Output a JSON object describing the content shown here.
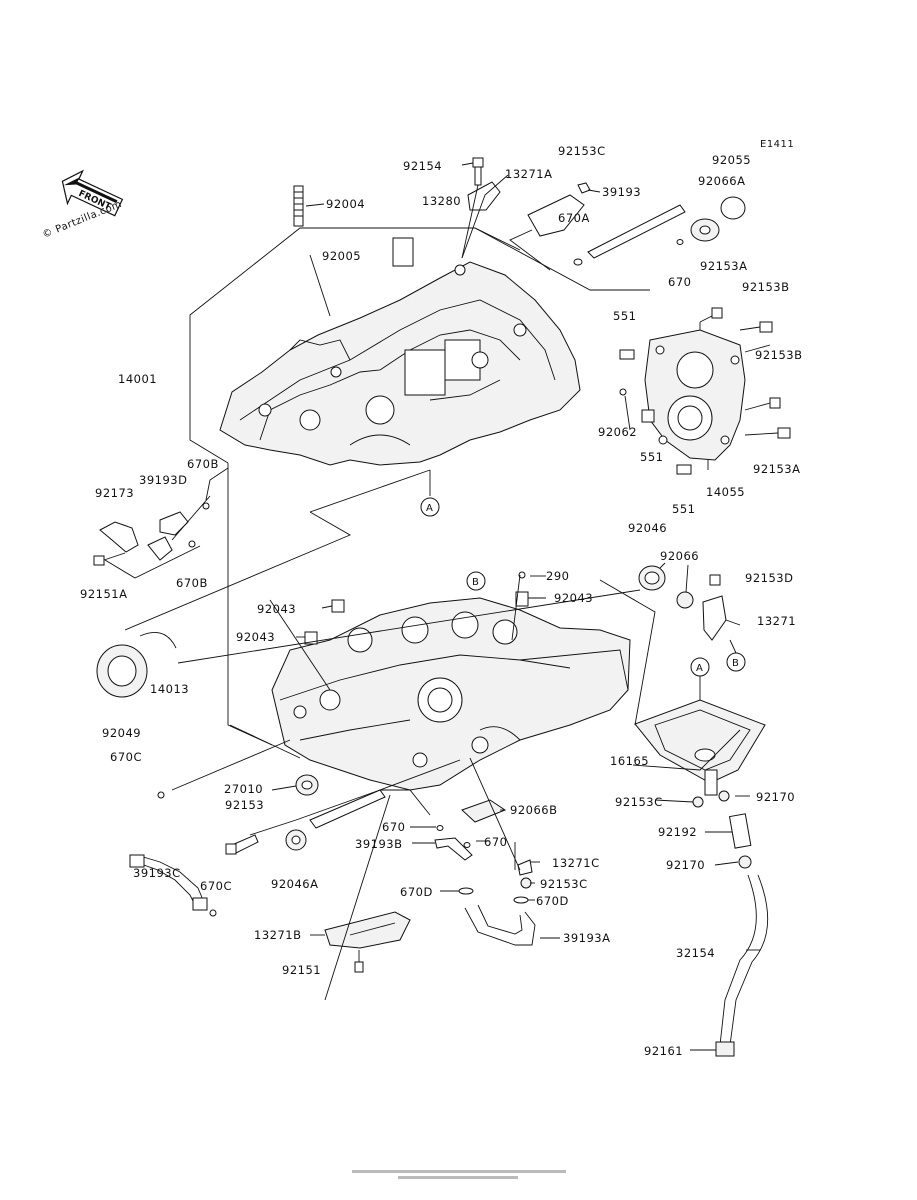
{
  "diagram_code": "E1411",
  "watermark": "© Partzilla.com",
  "front_arrow_text": "FRONT",
  "refs": {
    "A_top": "A",
    "B_top": "B",
    "A_bottom": "A",
    "B_right": "B"
  },
  "labels": {
    "l92154": "92154",
    "l13271A": "13271A",
    "l92153C_top": "92153C",
    "l92055": "92055",
    "l92066A": "92066A",
    "l39193": "39193",
    "l92004": "92004",
    "l13280": "13280",
    "l670A": "670A",
    "l92005": "92005",
    "l670_top": "670",
    "l92153A_top": "92153A",
    "l92153B_top": "92153B",
    "l551_a": "551",
    "l92153B_mid": "92153B",
    "l14001": "14001",
    "l92062": "92062",
    "l551_b": "551",
    "l92153A_bot": "92153A",
    "l14055": "14055",
    "l551_c": "551",
    "l670B_a": "670B",
    "l39193D": "39193D",
    "l92173": "92173",
    "l670B_b": "670B",
    "l92151A": "92151A",
    "l92046": "92046",
    "l92066": "92066",
    "l290": "290",
    "l92153D": "92153D",
    "l92043_a": "92043",
    "l92043_b": "92043",
    "l92043_c": "92043",
    "l13271": "13271",
    "l14013": "14013",
    "l92049": "92049",
    "l670C_a": "670C",
    "l16165": "16165",
    "l27010": "27010",
    "l92153": "92153",
    "l92066B": "92066B",
    "l92153C_bot": "92153C",
    "l92170_a": "92170",
    "l670_b": "670",
    "l670_c": "670",
    "l39193B": "39193B",
    "l92192": "92192",
    "l13271C": "13271C",
    "l39193C": "39193C",
    "l670C_b": "670C",
    "l92046A": "92046A",
    "l92153C_low": "92153C",
    "l92170_b": "92170",
    "l670D_a": "670D",
    "l670D_b": "670D",
    "l13271B": "13271B",
    "l39193A": "39193A",
    "l32154": "32154",
    "l92151": "92151",
    "l92161": "92161"
  }
}
